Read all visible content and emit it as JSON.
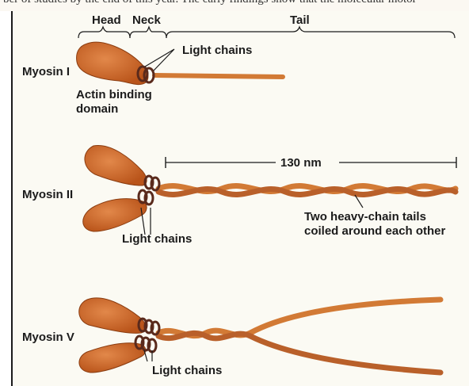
{
  "caption_fragment": "ber of studies by the end of this year. The early findings show that the molecular motor",
  "header": {
    "head": "Head",
    "neck": "Neck",
    "tail": "Tail"
  },
  "myosin1": {
    "name": "Myosin",
    "numeral": "I",
    "light_chains": "Light chains",
    "actin_line1": "Actin binding",
    "actin_line2": "domain"
  },
  "myosin2": {
    "name": "Myosin",
    "numeral": "II",
    "length": "130 nm",
    "light_chains": "Light chains",
    "tails_line1": "Two heavy-chain tails",
    "tails_line2": "coiled around each other"
  },
  "myosin5": {
    "name": "Myosin",
    "numeral": "V",
    "light_chains": "Light chains"
  },
  "colors": {
    "head": "#c8651e",
    "tail": "#d27a35",
    "light_chain": "#5a2a1c",
    "text": "#1b1b1b",
    "background": "#fbfaf3"
  }
}
